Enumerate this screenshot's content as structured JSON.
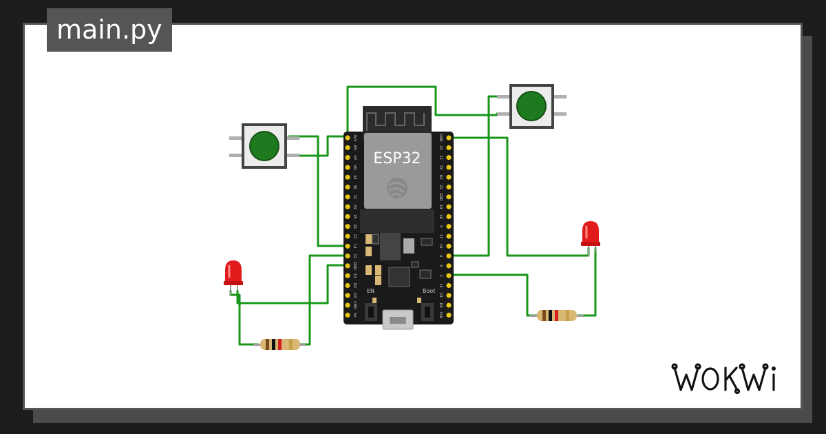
{
  "file_tab": {
    "label": "main.py"
  },
  "brand": {
    "name": "WOKWi"
  },
  "board": {
    "chip_label": "ESP32",
    "button_en": "EN",
    "button_boot": "Boot",
    "left_pins": [
      "3V3",
      "EN",
      "VP",
      "VN",
      "34",
      "35",
      "32",
      "33",
      "25",
      "26",
      "27",
      "14",
      "12",
      "GND",
      "13",
      "D2",
      "D3",
      "CMD",
      "5V"
    ],
    "right_pins": [
      "GND",
      "23",
      "22",
      "TX",
      "RX",
      "21",
      "GND",
      "19",
      "18",
      "5",
      "17",
      "16",
      "4",
      "0",
      "2",
      "15",
      "D1",
      "D0",
      "CLK"
    ]
  },
  "colors": {
    "wire": "#17961a",
    "board": "#1a1a1a",
    "button_cap": "#1e7a1e",
    "led": "#e11b1b",
    "resistor_body": "#d9b775"
  }
}
